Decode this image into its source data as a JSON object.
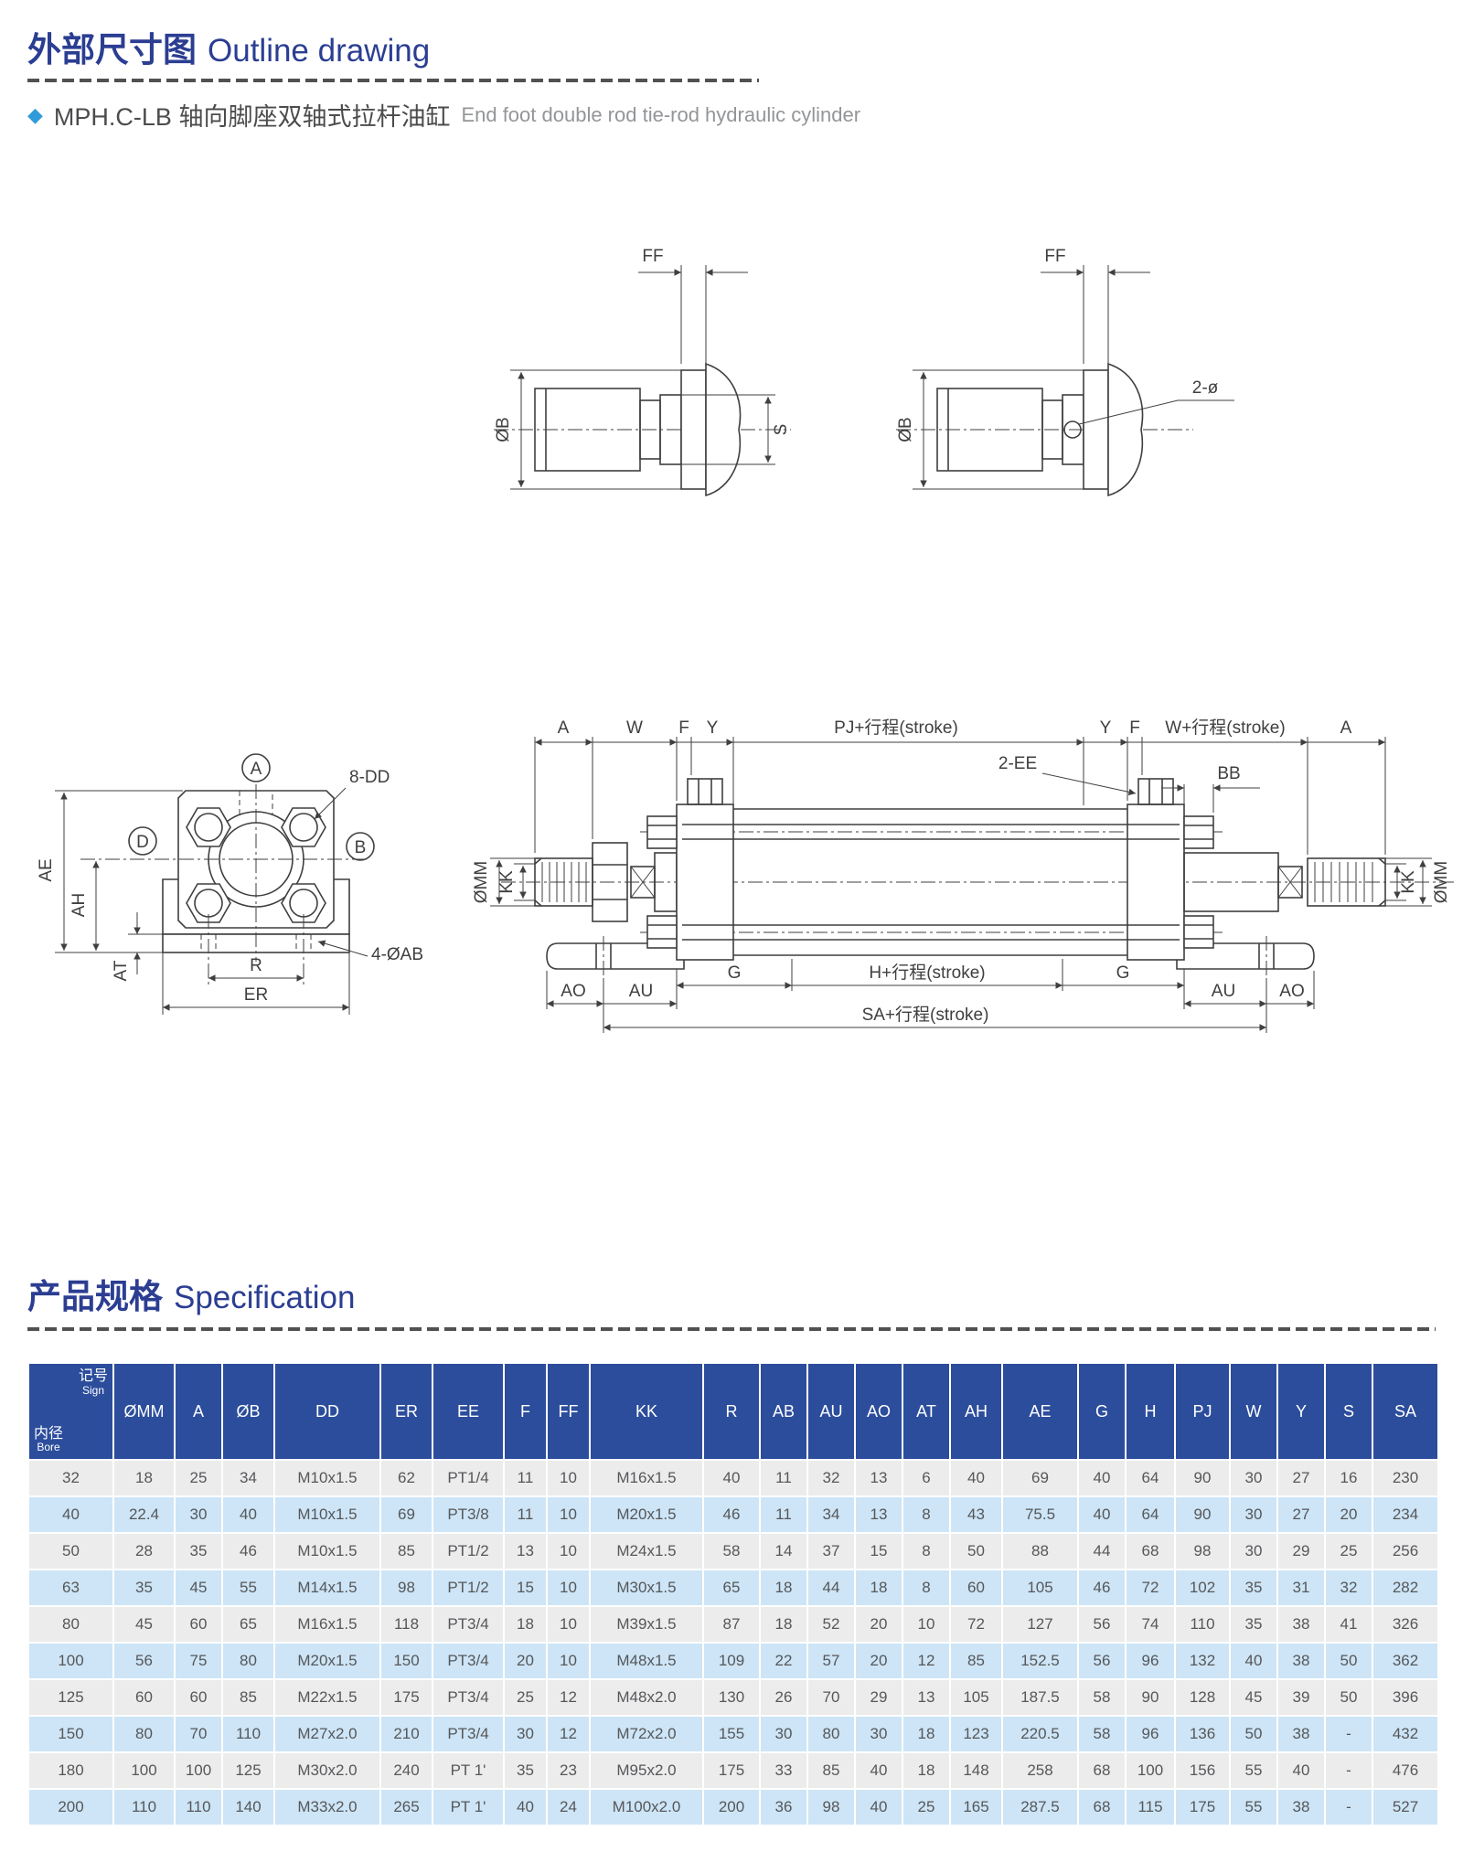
{
  "header": {
    "title_zh": "外部尺寸图",
    "title_en": "Outline drawing"
  },
  "product": {
    "bullet": "◆",
    "name_zh": "MPH.C-LB 轴向脚座双轴式拉杆油缸",
    "name_en": "End foot double rod tie-rod hydraulic cylinder"
  },
  "spec_header": {
    "title_zh": "产品规格",
    "title_en": "Specification"
  },
  "drawing": {
    "labels": {
      "FF": "FF",
      "diaB": "ØB",
      "S": "S",
      "hole": "2-ø",
      "A": "A",
      "W": "W",
      "F": "F",
      "Y": "Y",
      "PJ": "PJ+行程(stroke)",
      "WS": "W+行程(stroke)",
      "EE": "2-EE",
      "BB": "BB",
      "MM": "ØMM",
      "KK": "KK",
      "G": "G",
      "H": "H+行程(stroke)",
      "AO": "AO",
      "AU": "AU",
      "SA": "SA+行程(stroke)",
      "cA": "A",
      "cB": "B",
      "cD": "D",
      "DD": "8-DD",
      "AE": "AE",
      "AH": "AH",
      "AT": "AT",
      "R": "R",
      "ER": "ER",
      "AB": "4-ØAB"
    }
  },
  "spec_table": {
    "corner": {
      "sign_zh": "记号",
      "sign_en": "Sign",
      "bore_zh": "内径",
      "bore_en": "Bore"
    },
    "columns": [
      "ØMM",
      "A",
      "ØB",
      "DD",
      "ER",
      "EE",
      "F",
      "FF",
      "KK",
      "R",
      "AB",
      "AU",
      "AO",
      "AT",
      "AH",
      "AE",
      "G",
      "H",
      "PJ",
      "W",
      "Y",
      "S",
      "SA"
    ],
    "rows": [
      {
        "bore": "32",
        "values": [
          "18",
          "25",
          "34",
          "M10x1.5",
          "62",
          "PT1/4",
          "11",
          "10",
          "M16x1.5",
          "40",
          "11",
          "32",
          "13",
          "6",
          "40",
          "69",
          "40",
          "64",
          "90",
          "30",
          "27",
          "16",
          "230"
        ]
      },
      {
        "bore": "40",
        "values": [
          "22.4",
          "30",
          "40",
          "M10x1.5",
          "69",
          "PT3/8",
          "11",
          "10",
          "M20x1.5",
          "46",
          "11",
          "34",
          "13",
          "8",
          "43",
          "75.5",
          "40",
          "64",
          "90",
          "30",
          "27",
          "20",
          "234"
        ]
      },
      {
        "bore": "50",
        "values": [
          "28",
          "35",
          "46",
          "M10x1.5",
          "85",
          "PT1/2",
          "13",
          "10",
          "M24x1.5",
          "58",
          "14",
          "37",
          "15",
          "8",
          "50",
          "88",
          "44",
          "68",
          "98",
          "30",
          "29",
          "25",
          "256"
        ]
      },
      {
        "bore": "63",
        "values": [
          "35",
          "45",
          "55",
          "M14x1.5",
          "98",
          "PT1/2",
          "15",
          "10",
          "M30x1.5",
          "65",
          "18",
          "44",
          "18",
          "8",
          "60",
          "105",
          "46",
          "72",
          "102",
          "35",
          "31",
          "32",
          "282"
        ]
      },
      {
        "bore": "80",
        "values": [
          "45",
          "60",
          "65",
          "M16x1.5",
          "118",
          "PT3/4",
          "18",
          "10",
          "M39x1.5",
          "87",
          "18",
          "52",
          "20",
          "10",
          "72",
          "127",
          "56",
          "74",
          "110",
          "35",
          "38",
          "41",
          "326"
        ]
      },
      {
        "bore": "100",
        "values": [
          "56",
          "75",
          "80",
          "M20x1.5",
          "150",
          "PT3/4",
          "20",
          "10",
          "M48x1.5",
          "109",
          "22",
          "57",
          "20",
          "12",
          "85",
          "152.5",
          "56",
          "96",
          "132",
          "40",
          "38",
          "50",
          "362"
        ]
      },
      {
        "bore": "125",
        "values": [
          "60",
          "60",
          "85",
          "M22x1.5",
          "175",
          "PT3/4",
          "25",
          "12",
          "M48x2.0",
          "130",
          "26",
          "70",
          "29",
          "13",
          "105",
          "187.5",
          "58",
          "90",
          "128",
          "45",
          "39",
          "50",
          "396"
        ]
      },
      {
        "bore": "150",
        "values": [
          "80",
          "70",
          "110",
          "M27x2.0",
          "210",
          "PT3/4",
          "30",
          "12",
          "M72x2.0",
          "155",
          "30",
          "80",
          "30",
          "18",
          "123",
          "220.5",
          "58",
          "96",
          "136",
          "50",
          "38",
          "-",
          "432"
        ]
      },
      {
        "bore": "180",
        "values": [
          "100",
          "100",
          "125",
          "M30x2.0",
          "240",
          "PT 1'",
          "35",
          "23",
          "M95x2.0",
          "175",
          "33",
          "85",
          "40",
          "18",
          "148",
          "258",
          "68",
          "100",
          "156",
          "55",
          "40",
          "-",
          "476"
        ]
      },
      {
        "bore": "200",
        "values": [
          "110",
          "110",
          "140",
          "M33x2.0",
          "265",
          "PT 1'",
          "40",
          "24",
          "M100x2.0",
          "200",
          "36",
          "98",
          "40",
          "25",
          "165",
          "287.5",
          "68",
          "115",
          "175",
          "55",
          "38",
          "-",
          "527"
        ]
      }
    ]
  },
  "colors": {
    "title_blue": "#2b3e92",
    "table_header_blue": "#2c4d9c",
    "row_gray": "#ececec",
    "row_light_blue": "#cde5f6",
    "diamond_blue": "#2f9cd9"
  }
}
